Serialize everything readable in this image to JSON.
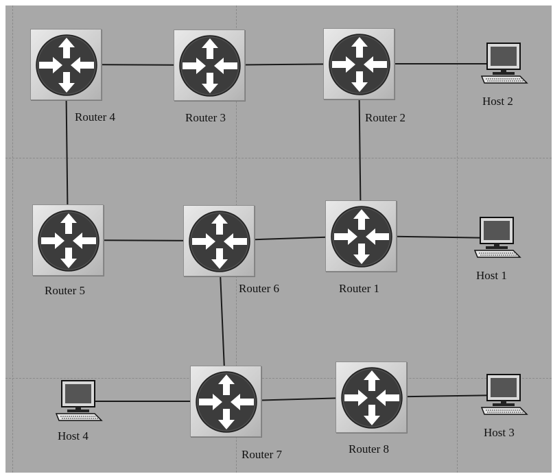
{
  "routers": [
    {
      "id": "router-1",
      "label": "Router 1"
    },
    {
      "id": "router-2",
      "label": "Router 2"
    },
    {
      "id": "router-3",
      "label": "Router 3"
    },
    {
      "id": "router-4",
      "label": "Router 4"
    },
    {
      "id": "router-5",
      "label": "Router 5"
    },
    {
      "id": "router-6",
      "label": "Router 6"
    },
    {
      "id": "router-7",
      "label": "Router 7"
    },
    {
      "id": "router-8",
      "label": "Router 8"
    }
  ],
  "hosts": [
    {
      "id": "host-1",
      "label": "Host 1"
    },
    {
      "id": "host-2",
      "label": "Host 2"
    },
    {
      "id": "host-3",
      "label": "Host 3"
    },
    {
      "id": "host-4",
      "label": "Host 4"
    }
  ],
  "links": [
    {
      "from": "router-4",
      "to": "router-3"
    },
    {
      "from": "router-3",
      "to": "router-2"
    },
    {
      "from": "router-2",
      "to": "host-2"
    },
    {
      "from": "router-4",
      "to": "router-5"
    },
    {
      "from": "router-2",
      "to": "router-1"
    },
    {
      "from": "router-5",
      "to": "router-6"
    },
    {
      "from": "router-6",
      "to": "router-1"
    },
    {
      "from": "router-1",
      "to": "host-1"
    },
    {
      "from": "router-6",
      "to": "router-7"
    },
    {
      "from": "host-4",
      "to": "router-7"
    },
    {
      "from": "router-7",
      "to": "router-8"
    },
    {
      "from": "router-8",
      "to": "host-3"
    }
  ],
  "icons": {
    "router": "router-icon",
    "host": "computer-icon"
  },
  "colors": {
    "background": "#a8a8a8",
    "grid": "#8a8a8a",
    "link": "#1a1a1a",
    "router_disc": "#3c3c3c"
  }
}
